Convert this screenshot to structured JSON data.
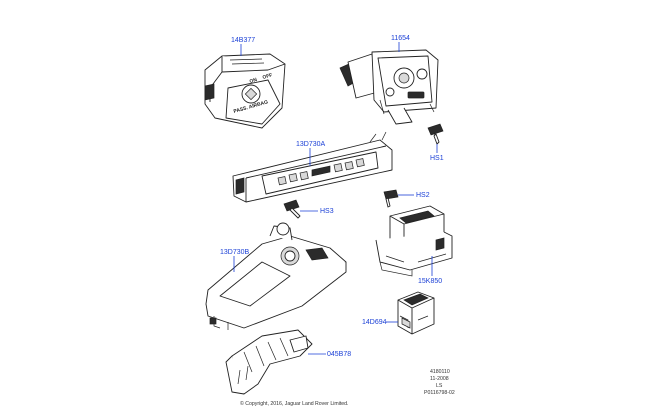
{
  "callouts": {
    "p14b377": "14B377",
    "p11654": "11654",
    "p13d730a": "13D730A",
    "hs1": "HS1",
    "hs2": "HS2",
    "hs3": "HS3",
    "p13d730b": "13D730B",
    "p15k850": "15K850",
    "p14d694": "14D694",
    "p045b78": "045B78"
  },
  "part_markings": {
    "pass_airbag": "PASS. AIRBAG",
    "on": "ON",
    "off": "OFF"
  },
  "footer": {
    "line1": "4180110",
    "line2": "11-2008",
    "line3": "LS",
    "line4": "P0116798-02",
    "copyright": "© Copyright, 2016, Jaguar Land Rover Limited."
  },
  "colors": {
    "callout": "#1a3fd6",
    "outline": "#222222"
  }
}
